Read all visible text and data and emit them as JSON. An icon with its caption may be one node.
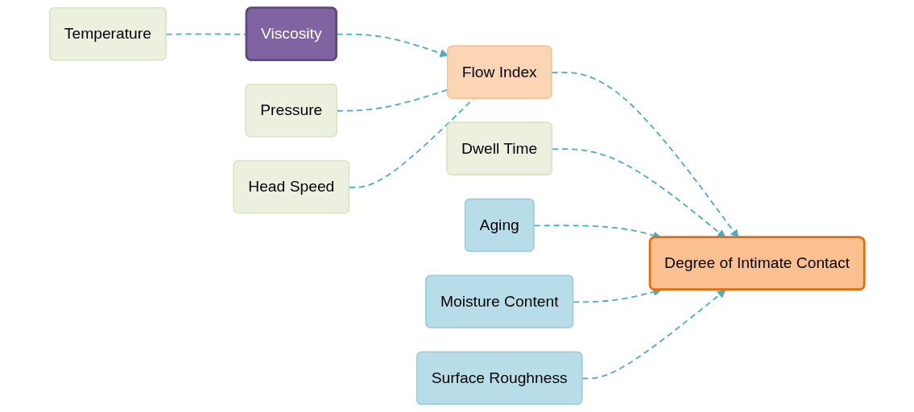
{
  "diagram": {
    "nodes": [
      {
        "text": [
          "Temperature"
        ]
      },
      {
        "text": [
          "Pressure"
        ]
      },
      {
        "text": [
          "Head Speed"
        ]
      },
      {
        "text": [
          "Viscosity"
        ]
      },
      {
        "text": [
          "Flow Index"
        ]
      },
      {
        "text": [
          "Dwell Time"
        ]
      },
      {
        "text": [
          "Aging"
        ]
      },
      {
        "text": [
          "Moisture Content"
        ]
      },
      {
        "text": [
          "Surface Roughness"
        ]
      },
      {
        "text": [
          "Degree of Intimate Contact"
        ]
      }
    ],
    "edges": [
      {
        "from": 0,
        "to": 3,
        "arrow": "none",
        "style": "dashed"
      },
      {
        "from": 3,
        "to": 4,
        "arrow": "to",
        "style": "dashed"
      },
      {
        "from": 1,
        "to": 4,
        "arrow": "none",
        "style": "dashed"
      },
      {
        "from": 2,
        "to": 4,
        "arrow": "none",
        "style": "dashed"
      },
      {
        "from": 4,
        "to": 9,
        "arrow": "to",
        "style": "dashed"
      },
      {
        "from": 5,
        "to": 9,
        "arrow": "to",
        "style": "dashed"
      },
      {
        "from": 6,
        "to": 9,
        "arrow": "to",
        "style": "dashed"
      },
      {
        "from": 7,
        "to": 9,
        "arrow": "to",
        "style": "dashed"
      },
      {
        "from": 8,
        "to": 9,
        "arrow": "to",
        "style": "dashed"
      }
    ]
  }
}
